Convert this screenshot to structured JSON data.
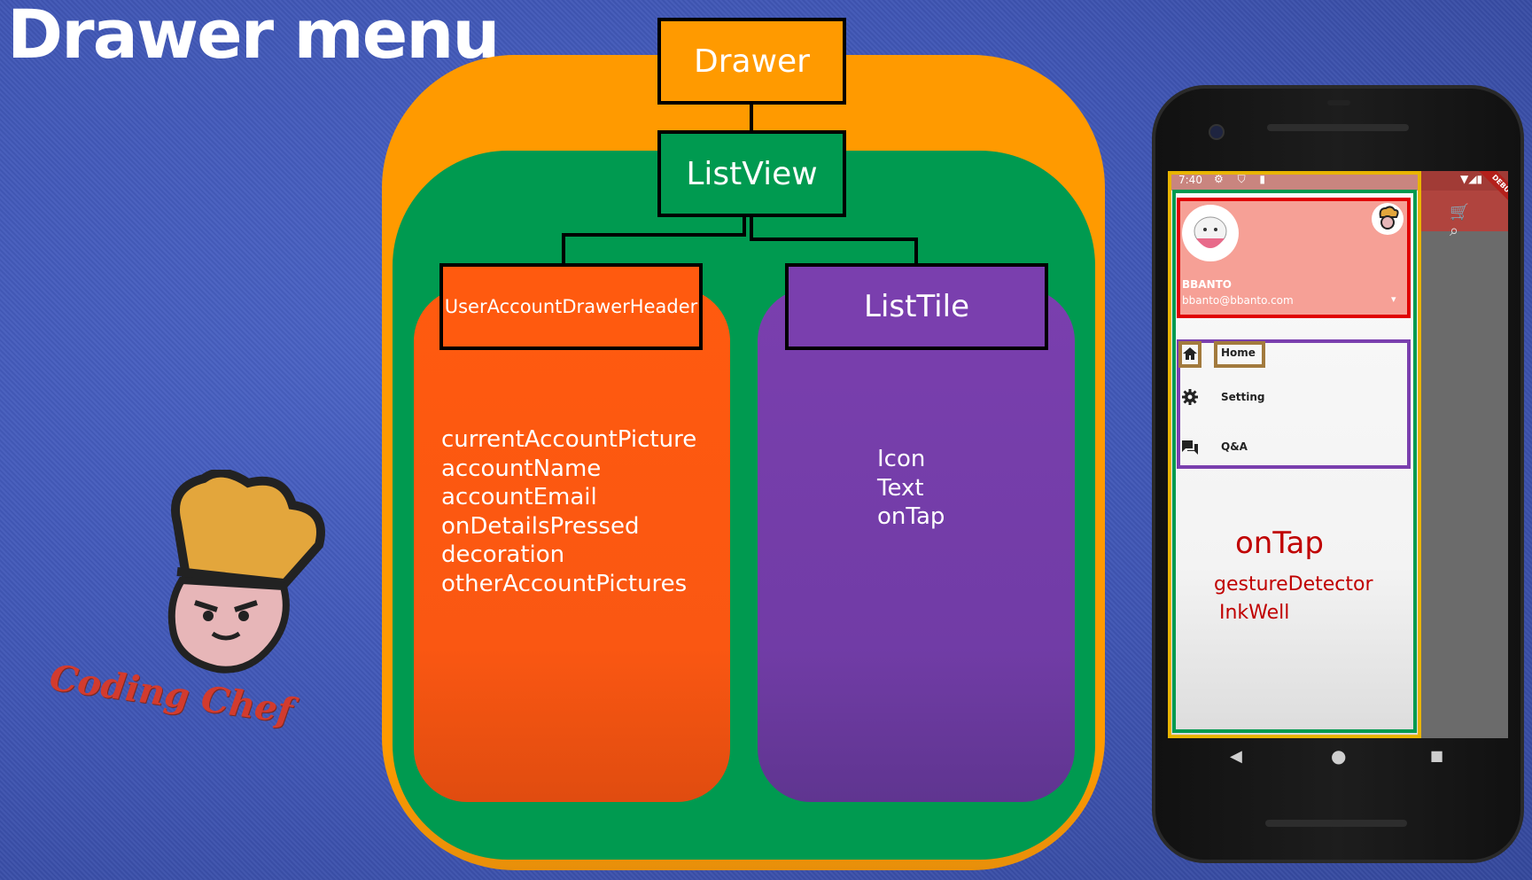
{
  "title": "Drawer menu",
  "diagram": {
    "root": "Drawer",
    "list_view": "ListView",
    "header": {
      "label": "UserAccountDrawerHeader",
      "properties": [
        "currentAccountPicture",
        "accountName",
        "accountEmail",
        "onDetailsPressed",
        "decoration",
        "otherAccountPictures"
      ]
    },
    "tile": {
      "label": "ListTile",
      "properties": [
        "Icon",
        "Text",
        "onTap"
      ]
    }
  },
  "phone": {
    "status_time": "7:40",
    "status_icons": "⚙ ⛉ ▮",
    "right_status": "▼◢▮",
    "debug_label": "DEBUG",
    "appbar_icons": "🛒 ⌕",
    "account_name": "BBANTO",
    "account_email": "bbanto@bbanto.com",
    "details_arrow": "▾",
    "menu_items": [
      {
        "icon": "home-icon",
        "label": "Home"
      },
      {
        "icon": "gear-icon",
        "label": "Setting"
      },
      {
        "icon": "question-answer-icon",
        "label": "Q&A"
      }
    ],
    "annotation_title": "onTap",
    "annotation_lines": [
      "gestureDetector",
      "InkWell"
    ],
    "nav": {
      "back": "◀",
      "home": "●",
      "recent": "■"
    }
  },
  "brand": {
    "name": "Coding Chef"
  },
  "colors": {
    "drawer": "#ff9a00",
    "list_view": "#009a50",
    "header": "#ff5a0f",
    "tile": "#7a3fae",
    "annotation": "#c00000"
  }
}
